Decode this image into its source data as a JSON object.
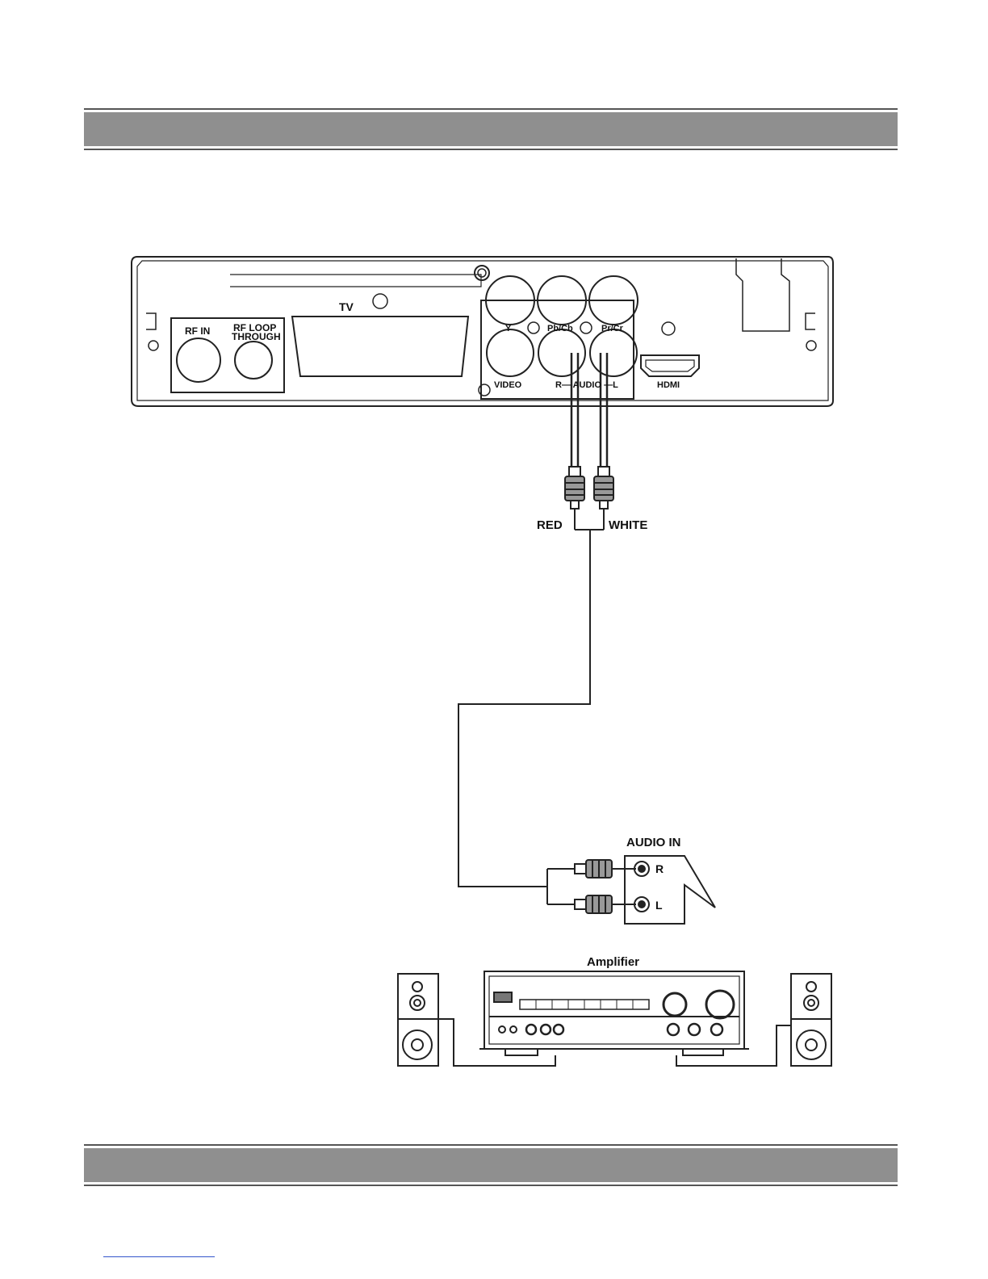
{
  "device_panel": {
    "rf_in": "RF  IN",
    "rf_loop_line1": "RF  LOOP",
    "rf_loop_line2": "THROUGH",
    "tv": "TV",
    "y": "Y",
    "pb_cb": "Pb/Cb",
    "pr_cr": "Pr/Cr",
    "video": "VIDEO",
    "audio": "R— AUDIO —L",
    "hdmi": "HDMI"
  },
  "cable": {
    "red": "RED",
    "white": "WHITE"
  },
  "amplifier_input": {
    "audio_in": "AUDIO IN",
    "r": "R",
    "l": "L"
  },
  "amplifier": {
    "label": "Amplifier"
  },
  "colors": {
    "band": "#8f8f8f",
    "line": "#222222"
  }
}
